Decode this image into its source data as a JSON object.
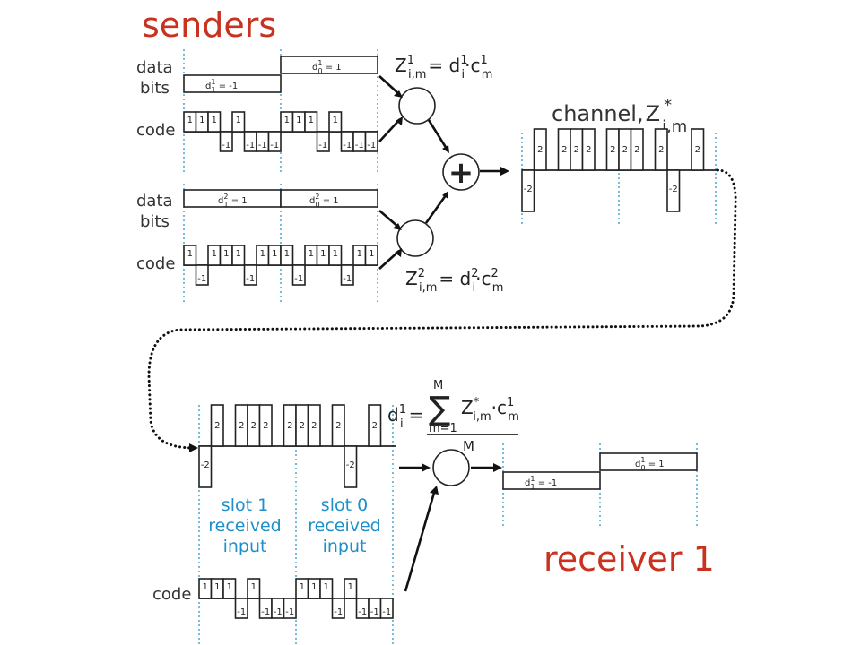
{
  "titles": {
    "senders": "senders",
    "receiver": "receiver 1"
  },
  "sender1": {
    "data_label_line1": "data",
    "data_label_line2": "bits",
    "code_label": "code",
    "bit1": {
      "base": "d",
      "sup": "1",
      "sub": "1",
      "rest": " = -1"
    },
    "bit0": {
      "base": "d",
      "sup": "1",
      "sub": "0",
      "rest": " = 1"
    },
    "code_values": [
      1,
      1,
      1,
      -1,
      1,
      -1,
      -1,
      -1
    ],
    "formula": {
      "z": "Z",
      "sup": "1",
      "sub": "i,m",
      "eq": "= d",
      "d_sup": "1",
      "d_sub": "i",
      "dot": "·c",
      "c_sup": "1",
      "c_sub": "m"
    }
  },
  "sender2": {
    "data_label_line1": "data",
    "data_label_line2": "bits",
    "code_label": "code",
    "bit1": {
      "base": "d",
      "sup": "2",
      "sub": "1",
      "rest": " = 1"
    },
    "bit0": {
      "base": "d",
      "sup": "2",
      "sub": "0",
      "rest": " = 1"
    },
    "code_values": [
      1,
      -1,
      1,
      1,
      1,
      -1,
      1,
      1
    ],
    "formula": {
      "z": "Z",
      "sup": "2",
      "sub": "i,m",
      "eq": "= d",
      "d_sup": "2",
      "d_sub": "i",
      "dot": "·c",
      "c_sup": "2",
      "c_sub": "m"
    }
  },
  "adder_symbol": "+",
  "channel": {
    "label": "channel,",
    "z": "Z",
    "sup": "*",
    "sub": "i,m",
    "values": [
      -2,
      2,
      0,
      2,
      2,
      2,
      0,
      2,
      2,
      2,
      0,
      2,
      -2,
      0,
      2,
      0
    ]
  },
  "receiver_input": {
    "values": [
      -2,
      2,
      0,
      2,
      2,
      2,
      0,
      2,
      2,
      2,
      0,
      2,
      -2,
      0,
      2,
      0
    ],
    "slot1_lines": [
      "slot 1",
      "received",
      "input"
    ],
    "slot0_lines": [
      "slot 0",
      "received",
      "input"
    ]
  },
  "receiver_code": {
    "label": "code",
    "values": [
      1,
      1,
      1,
      -1,
      1,
      -1,
      -1,
      -1
    ]
  },
  "decode_formula": {
    "d": "d",
    "d_sup": "1",
    "d_sub": "i",
    "eq": "=",
    "sum": "∑",
    "upper": "M",
    "lower": "m=1",
    "term_z": "Z",
    "term_z_sup": "*",
    "term_z_sub": "i,m",
    "term_c": "·c",
    "term_c_sup": "1",
    "term_c_sub": "m",
    "denominator": "M"
  },
  "output": {
    "bit1": {
      "base": "d",
      "sup": "1",
      "sub": "1",
      "rest": " = -1"
    },
    "bit0": {
      "base": "d",
      "sup": "1",
      "sub": "0",
      "rest": " = 1"
    }
  }
}
